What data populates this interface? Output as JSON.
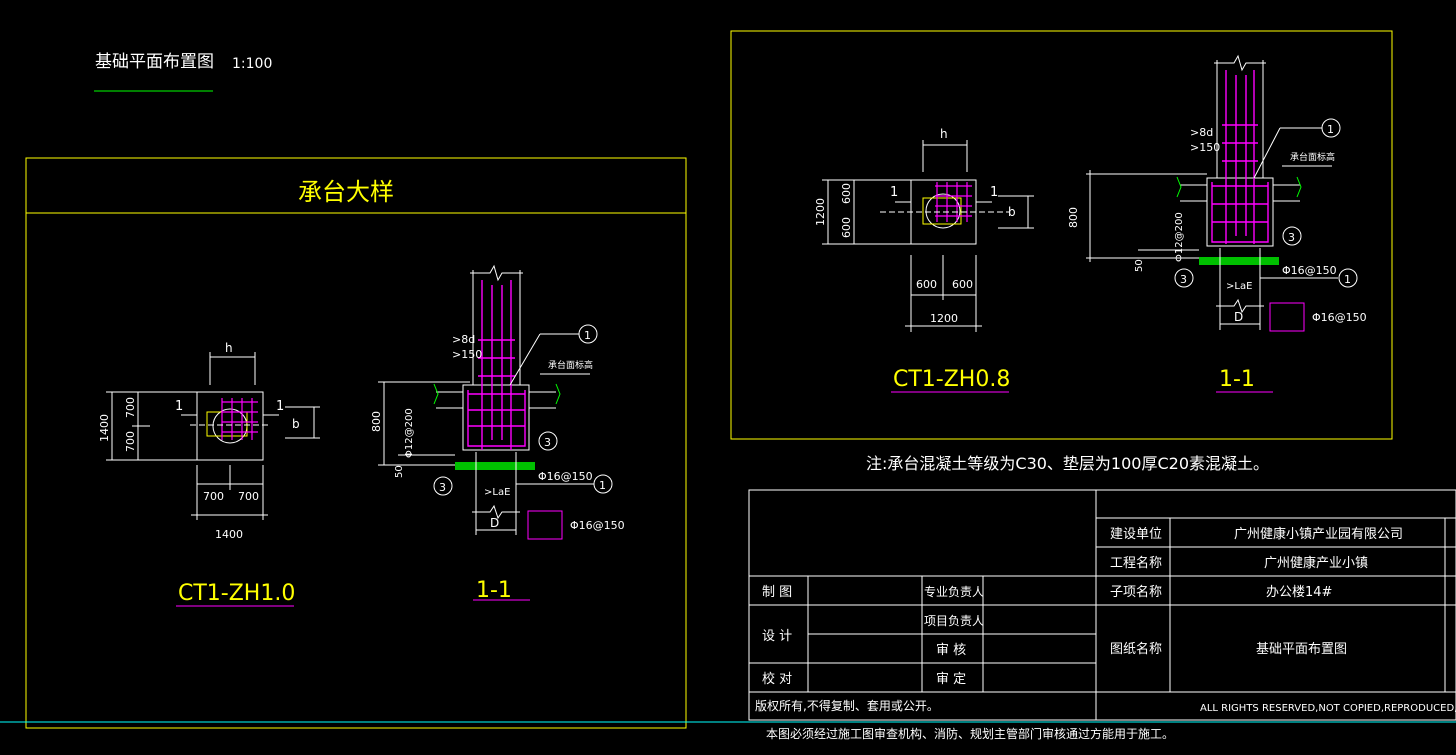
{
  "colors": {
    "background": "#000000",
    "frame": "#ffff00",
    "text": "#ffffff",
    "rebar": "#ff00ff",
    "concrete": "#ffffff",
    "underline": "#00ff00",
    "pad": "#00c000",
    "footer_line": "#00ffff"
  },
  "drawing": {
    "title": "基础平面布置图",
    "scale": "1:100",
    "panel_title": "承台大样",
    "note": "注:承台混凝土等级为C30、垫层为100厚C20素混凝土。"
  },
  "detail_a": {
    "plan_label": "CT1-ZH1.0",
    "section_label": "1-1",
    "dim_h": "h",
    "dim_b": "b",
    "cut_left": "1",
    "cut_right": "1",
    "dim_v_total": "1400",
    "dim_v_top": "700",
    "dim_v_bottom": "700",
    "dim_h_left": "700",
    "dim_h_right": "700",
    "dim_h_total": "1400",
    "sec_depth": "800",
    "sec_anchor": ">8d",
    "sec_anchor2": ">150",
    "sec_note": "承台面标高",
    "sec_stirrup": "Φ12@200",
    "sec_pad": "50",
    "sec_bar": "Φ16@150",
    "sec_lae": ">LaE",
    "sec_d": "D",
    "legend_bar": "Φ16@150",
    "callout1": "1",
    "callout3": "3"
  },
  "detail_b": {
    "plan_label": "CT1-ZH0.8",
    "section_label": "1-1",
    "dim_h": "h",
    "dim_b": "b",
    "cut_left": "1",
    "cut_right": "1",
    "dim_v_total": "1200",
    "dim_v_top": "600",
    "dim_v_bottom": "600",
    "dim_h_left": "600",
    "dim_h_right": "600",
    "dim_h_total": "1200",
    "sec_depth": "800",
    "sec_anchor": ">8d",
    "sec_anchor2": ">150",
    "sec_note": "承台面标高",
    "sec_stirrup": "Φ12@200",
    "sec_pad": "50",
    "sec_bar": "Φ16@150",
    "sec_lae": ">LaE",
    "sec_d": "D",
    "legend_bar": "Φ16@150",
    "callout1": "1",
    "callout3": "3"
  },
  "title_block": {
    "builder_label": "建设单位",
    "builder_value": "广州健康小镇产业园有限公司",
    "project_label": "工程名称",
    "project_value": "广州健康产业小镇",
    "subitem_label": "子项名称",
    "subitem_value": "办公楼14#",
    "sheet_label": "图纸名称",
    "sheet_value": "基础平面布置图",
    "draw": "制 图",
    "design": "设 计",
    "check": "校 对",
    "prof_lead": "专业负责人",
    "proj_lead": "项目负责人",
    "review": "审 核",
    "approve": "审 定",
    "copyright_cn": "版权所有,不得复制、套用或公开。",
    "copyright_en": "ALL RIGHTS RESERVED,NOT COPIED,REPRODUCED,OR PUBLISHED.",
    "footer": "本图必须经过施工图审查机构、消防、规划主管部门审核通过方能用于施工。"
  }
}
